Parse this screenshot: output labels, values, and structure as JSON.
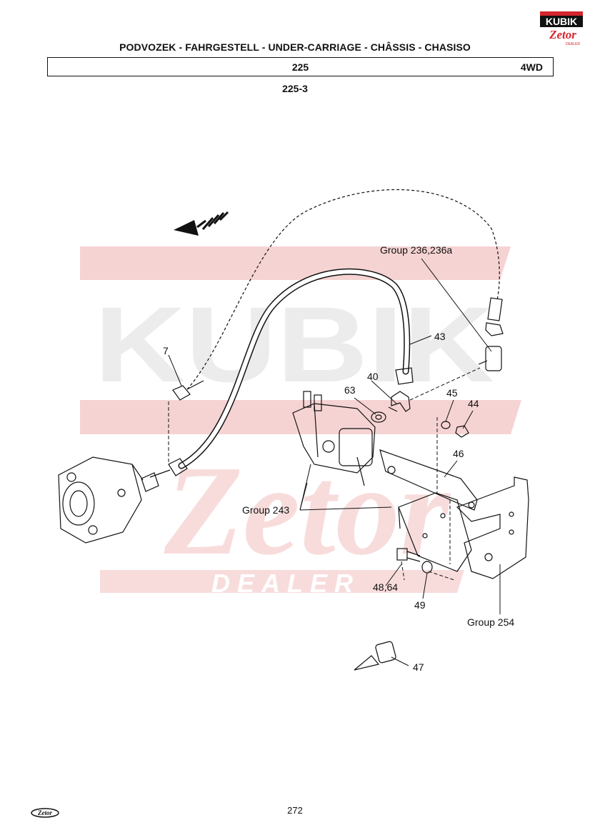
{
  "header": {
    "title": "PODVOZEK - FAHRGESTELL - UNDER-CARRIAGE - CHÂSSIS - CHASISO",
    "group_number": "225",
    "variant": "4WD",
    "subgroup": "225-3"
  },
  "logo": {
    "brand_top": "KUBIK",
    "brand_script": "Zetor",
    "tagline": "DEALER"
  },
  "watermark": {
    "main": "KUBIK",
    "script": "Zetor",
    "tagline": "DEALER"
  },
  "footer": {
    "page_number": "272",
    "logo_text": "Zetor"
  },
  "diagram": {
    "callouts": {
      "p7": "7",
      "p40": "40",
      "p43": "43",
      "p44": "44",
      "p45": "45",
      "p46": "46",
      "p47": "47",
      "p48_64": "48,64",
      "p49": "49",
      "p63": "63",
      "group_236": "Group 236,236a",
      "group_243": "Group 243",
      "group_254": "Group 254"
    }
  },
  "colors": {
    "watermark_red": "#f6d3d3",
    "watermark_grey": "#ececec",
    "logo_red": "#d4262c",
    "ink": "#111111"
  }
}
